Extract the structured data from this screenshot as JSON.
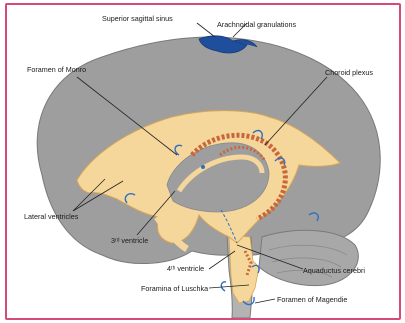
{
  "labels": {
    "superior_sagittal_sinus": "Superior sagittal sinus",
    "arachnoidal_granulations": "Arachnoidal granulations",
    "foramen_of_monro": "Foramen of Monro",
    "choroid_plexus": "Choroid plexus",
    "lateral_ventricles": "Lateral ventricles",
    "third_ventricle": "3ʳᵈ ventricle",
    "fourth_ventricle": "4ᵗʰ ventricle",
    "aquaductus_cerebri": "Aquaductus cerebri",
    "foramina_of_luschka": "Foramina of Luschka",
    "foramen_of_magendie": "Foramen of Magendie"
  },
  "colors": {
    "frame_border": "#d64a7b",
    "brain_gray": "#9e9e9e",
    "brain_outline": "#7a7a7a",
    "ventricle_fill": "#f6d79b",
    "choroid_plexus": "#c8673b",
    "sinus_blue": "#1f4e9c",
    "flow_arrow_blue": "#2e6fc7"
  }
}
